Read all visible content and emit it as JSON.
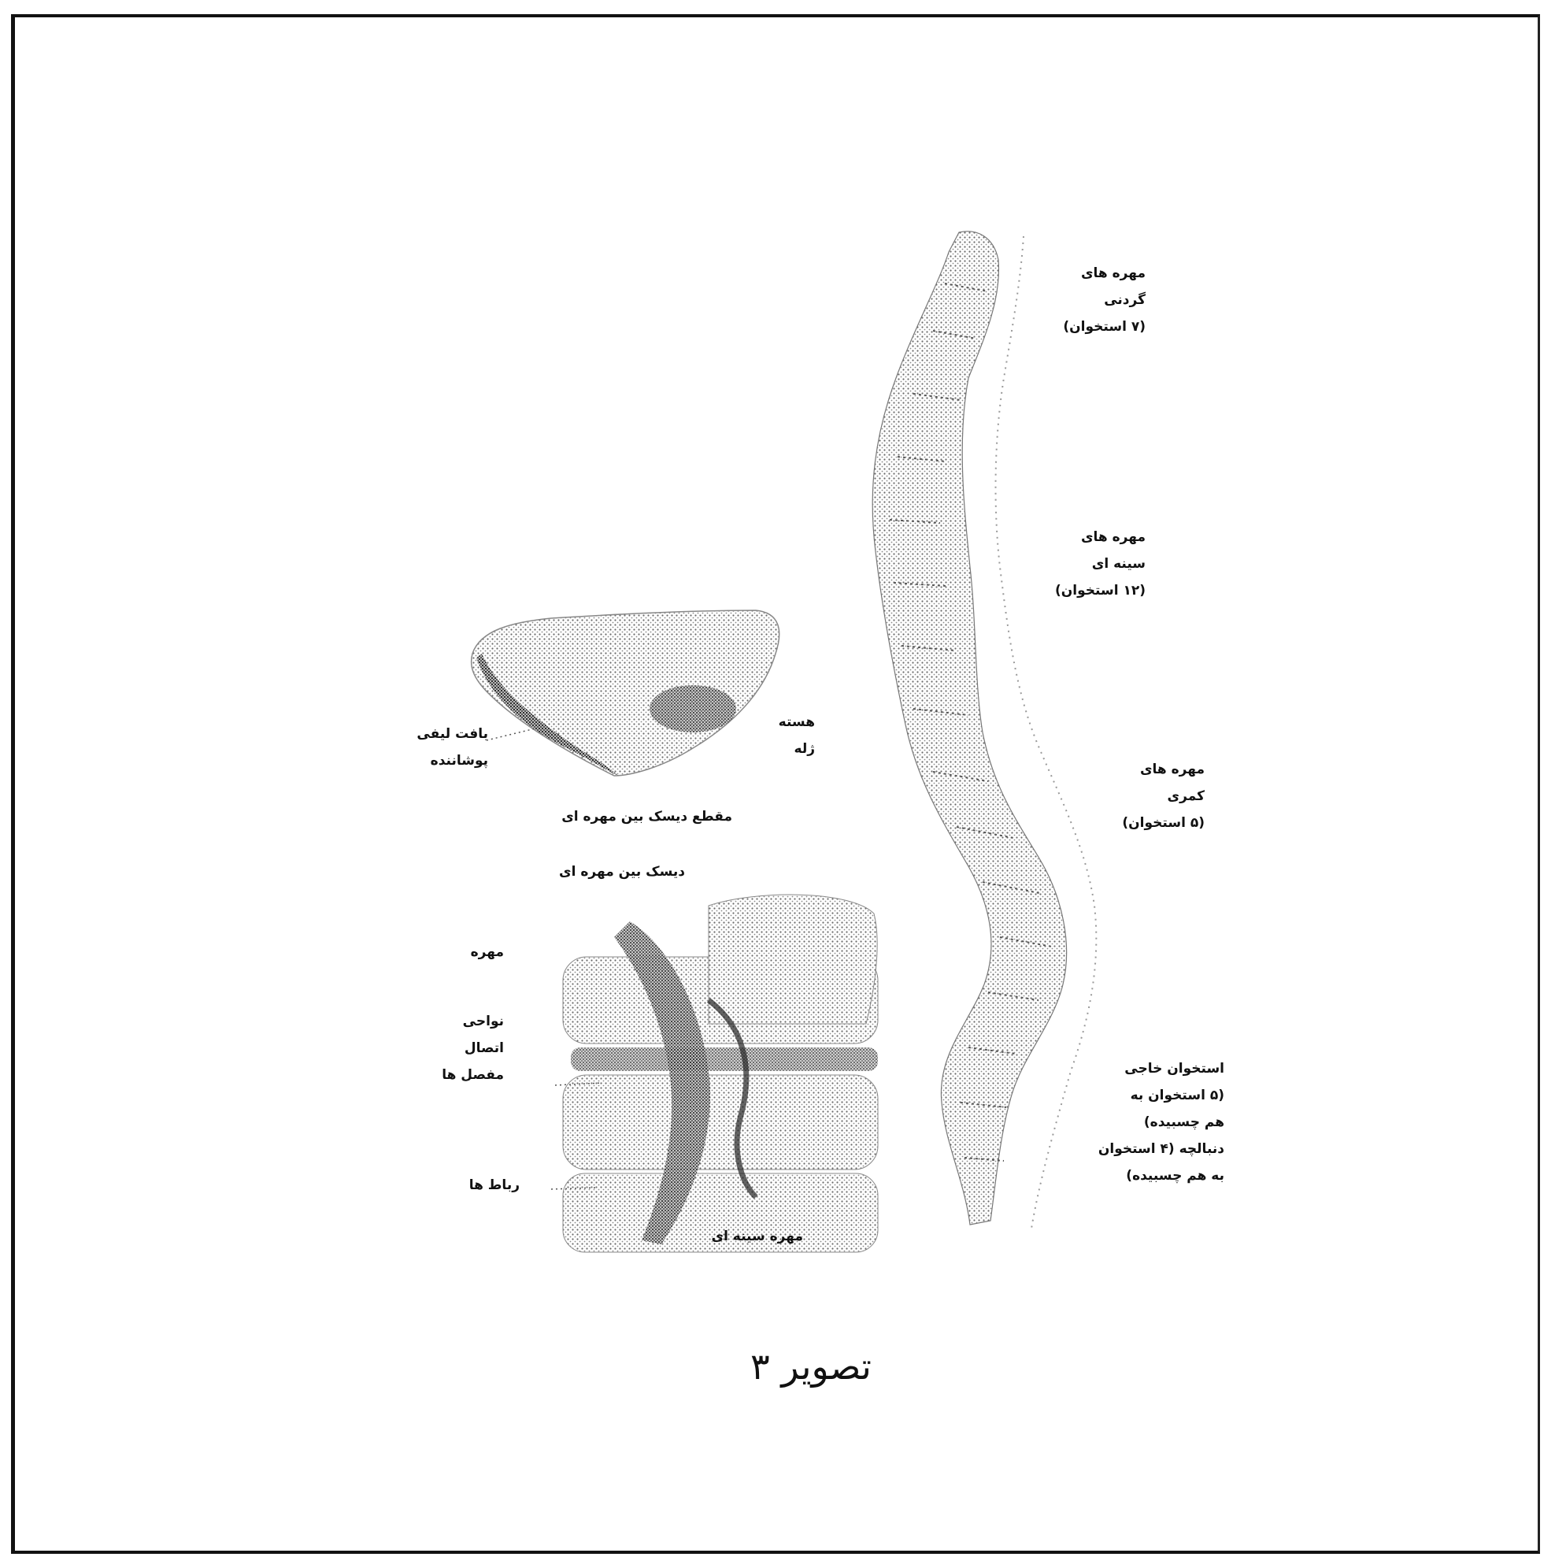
{
  "caption": "تصویر ۳",
  "labels": {
    "cervical": "مهره های\nگردنی\n(۷ استخوان)",
    "thoracic": "مهره های\nسینه ای\n(۱۲ استخوان)",
    "lumbar": "مهره های\nکمری\n(۵ استخوان)",
    "sacrum_coccyx": "استخوان خاجی\n(۵ استخوان به\nهم چسبیده)\nدنبالچه (۴ استخوان\nبه هم چسبیده)",
    "annulus": "بافت لیفی\nپوشاننده",
    "nucleus": "هسته\nژله",
    "disc_section": "مقطع دیسک بین مهره ای",
    "disc": "دیسک بین مهره ای",
    "vertebra": "مهره",
    "facet_joints": "نواحی\nاتصال\nمفصل ها",
    "ligaments": "رباط ها",
    "thoracic_vertebra": "مهره سینه ای"
  }
}
